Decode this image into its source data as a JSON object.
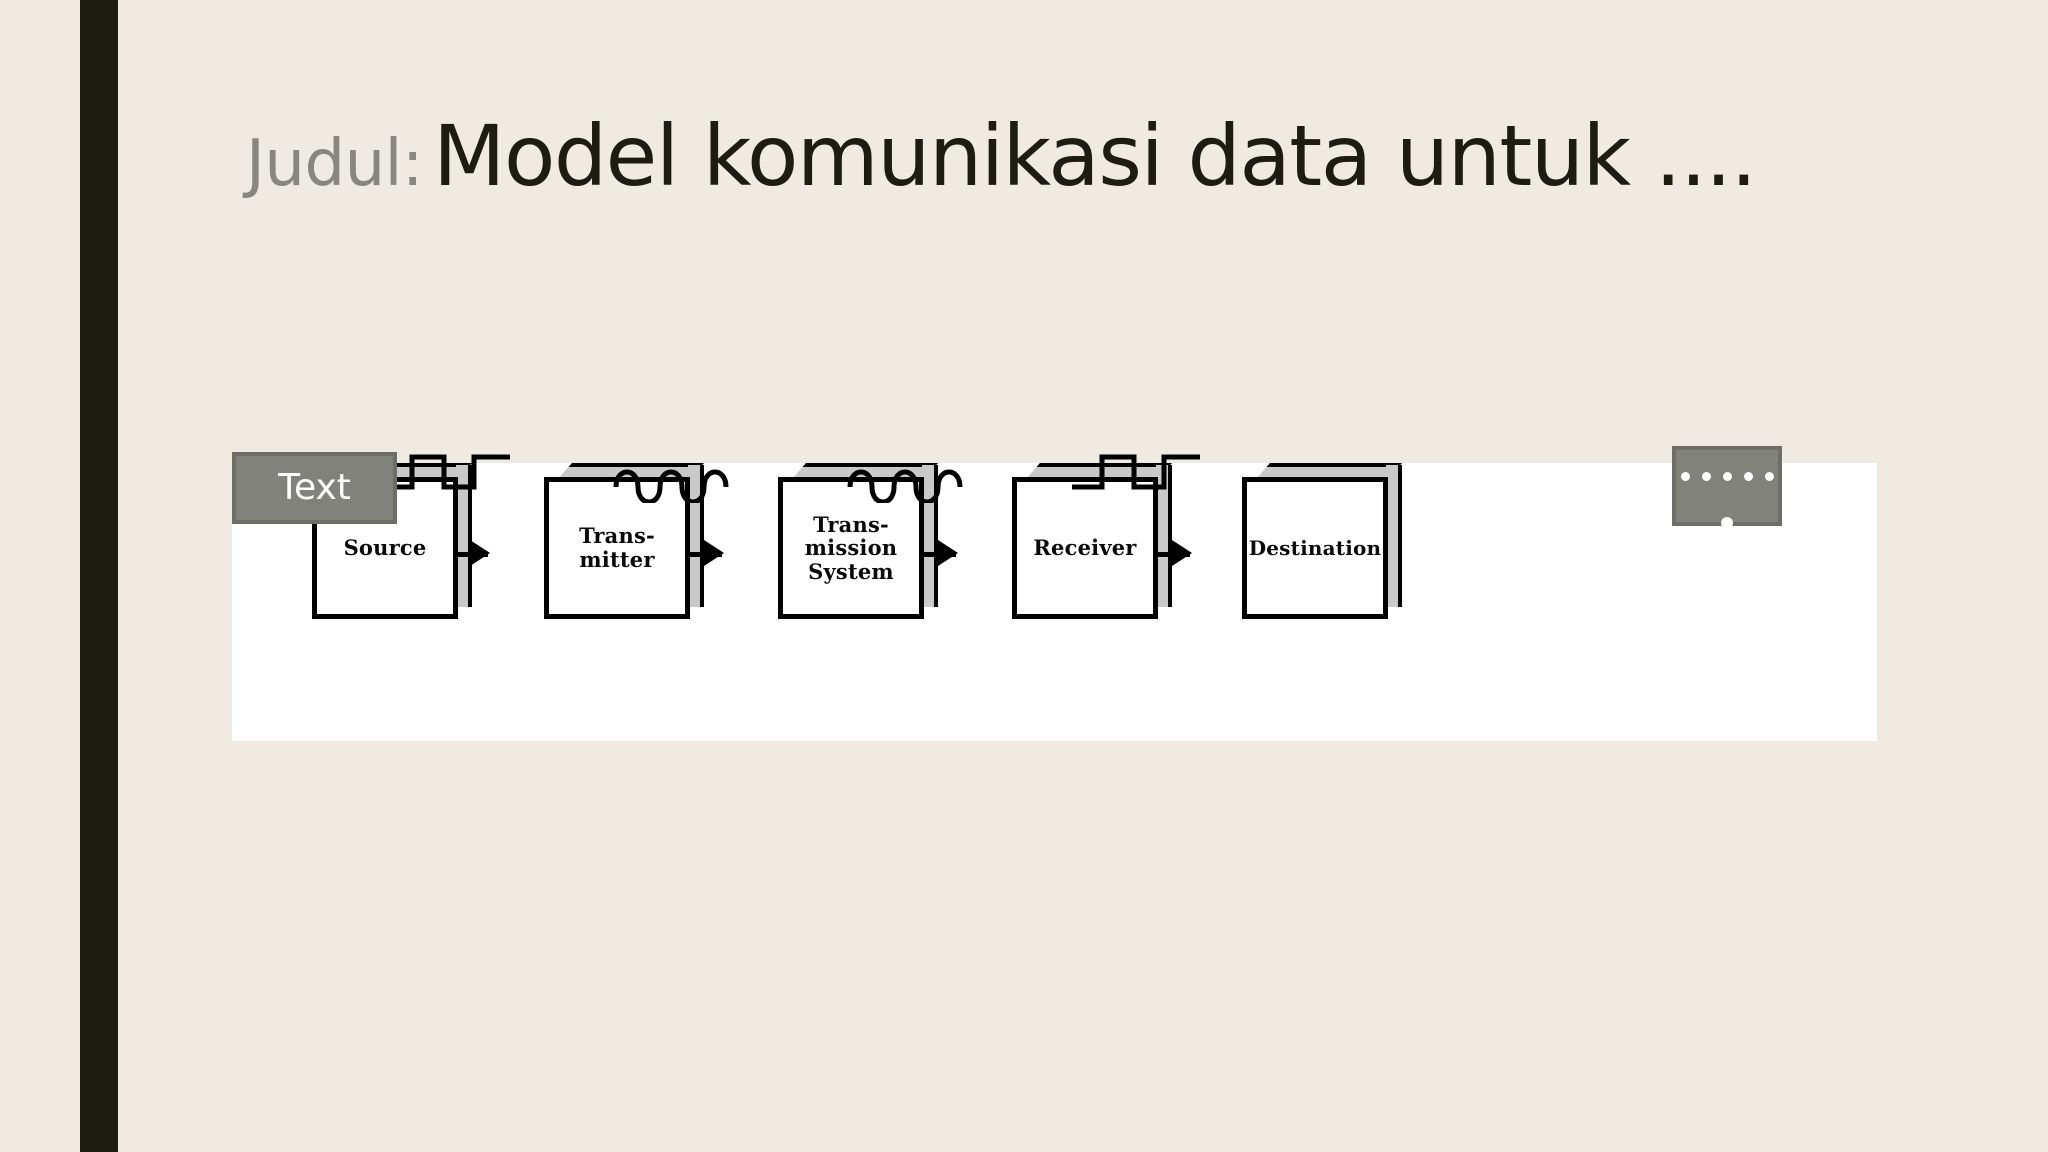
{
  "slide": {
    "background_color": "#EFEBE3",
    "accent_bar_color": "#1C1C12"
  },
  "title": {
    "prefix": "Judul:",
    "prefix_color": "#878780",
    "main": "Model komunikasi data untuk ....",
    "main_color": "#1C1C12"
  },
  "diagram": {
    "panel_background": "#FFFFFF",
    "box_face_color": "#FFFFFF",
    "box_shade_color": "#C9C9C9",
    "box_outline_color": "#000000",
    "boxes": [
      {
        "name": "source",
        "lines": [
          "Source"
        ]
      },
      {
        "name": "transmitter",
        "lines": [
          "Trans-",
          "mitter"
        ]
      },
      {
        "name": "transmission-system",
        "lines": [
          "Trans-",
          "mission",
          "System"
        ]
      },
      {
        "name": "receiver",
        "lines": [
          "Receiver"
        ]
      },
      {
        "name": "destination",
        "lines": [
          "Destination"
        ]
      }
    ],
    "signals": [
      {
        "name": "digital-signal-left",
        "type": "square-wave",
        "cycles": 2
      },
      {
        "name": "analog-signal-left",
        "type": "sine-wave",
        "cycles": 3
      },
      {
        "name": "analog-signal-right",
        "type": "sine-wave",
        "cycles": 3
      },
      {
        "name": "digital-signal-right",
        "type": "square-wave",
        "cycles": 2
      }
    ],
    "connector_count": 4
  },
  "shapes": {
    "text_box": {
      "label": "Text",
      "fill": "#82827C",
      "border": "#6E6E68",
      "text_color": "#FFFFFF"
    },
    "dots_box": {
      "fill": "#82827C",
      "border": "#6E6E68",
      "dot_color": "#FFFFFF",
      "dot_count": 5,
      "handle_dot_count": 1
    }
  }
}
